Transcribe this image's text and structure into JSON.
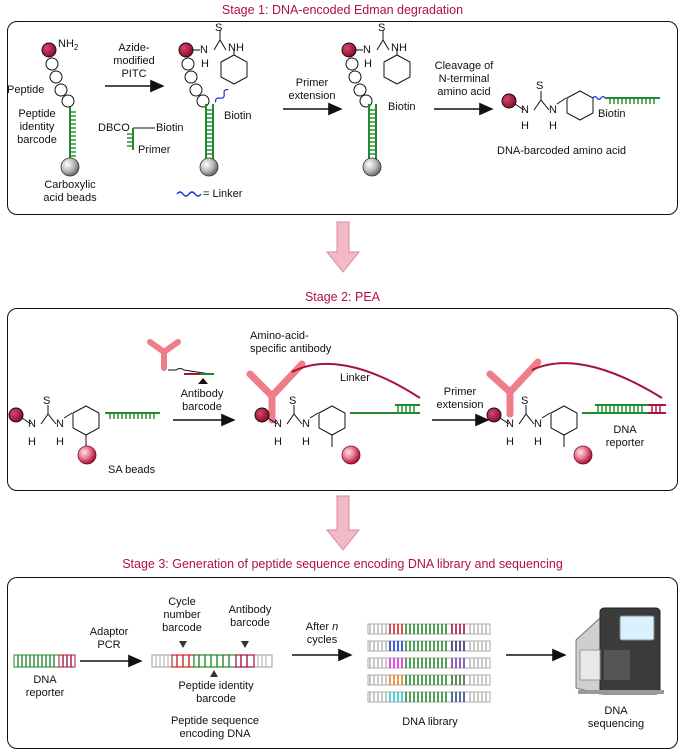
{
  "stage1": {
    "title": "Stage 1: DNA-encoded Edman degradation",
    "nh2": "NH",
    "nh2_sub": "2",
    "peptide": "Peptide",
    "peptide_identity_barcode": "Peptide\nidentity\nbarcode",
    "carboxylic_beads": "Carboxylic\nacid beads",
    "reagent": "Azide-\nmodified\nPITC",
    "dbco": "DBCO",
    "biotin": "Biotin",
    "primer": "Primer",
    "linker_legend": "= Linker",
    "primer_extension": "Primer\nextension",
    "cleavage": "Cleavage of\nN-terminal\namino acid",
    "dna_barcoded_aa": "DNA-barcoded amino acid",
    "s": "S",
    "n": "N",
    "nh": "NH",
    "h": "H"
  },
  "stage2": {
    "title": "Stage 2: PEA",
    "antibody_barcode": "Antibody\nbarcode",
    "sa_beads": "SA beads",
    "aa_specific_antibody": "Amino-acid-\nspecific antibody",
    "linker": "Linker",
    "primer_extension": "Primer\nextension",
    "dna_reporter": "DNA\nreporter"
  },
  "stage3": {
    "title": "Stage 3: Generation of peptide sequence encoding DNA library and sequencing",
    "dna_reporter": "DNA\nreporter",
    "adaptor_pcr": "Adaptor\nPCR",
    "cycle_number_barcode": "Cycle\nnumber\nbarcode",
    "antibody_barcode": "Antibody\nbarcode",
    "peptide_identity_barcode": "Peptide identity\nbarcode",
    "peptide_sequence_encoding_dna": "Peptide sequence\nencoding DNA",
    "after_n_cycles_prefix": "After ",
    "after_n_cycles_n": "n",
    "after_n_cycles_suffix": "\ncycles",
    "dna_library": "DNA library",
    "dna_sequencing": "DNA\nsequencing"
  },
  "colors": {
    "title": "#b0123d",
    "dna_green": "#1f8a2c",
    "dna_red": "#a8123a",
    "antibody": "#f07c8a",
    "linker": "#1a2fd8",
    "arrow_down": "#f3b9c6"
  }
}
